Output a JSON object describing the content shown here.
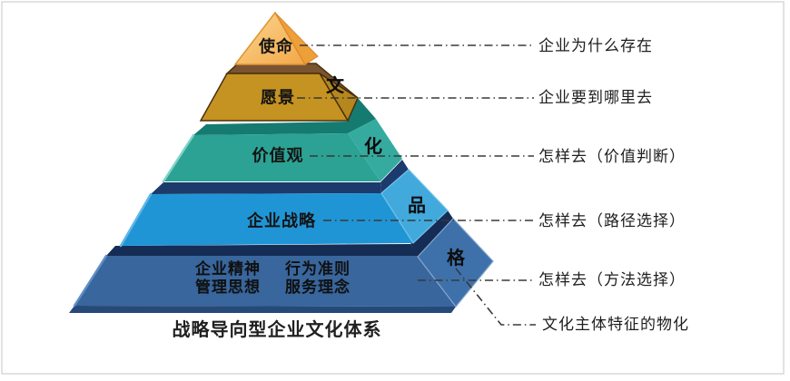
{
  "frame": {
    "background": "#ffffff",
    "border_color": "#d9d9d9"
  },
  "pyramid": {
    "caption": "战略导向型企业文化体系",
    "side_chars": [
      "文",
      "化",
      "品",
      "格"
    ],
    "side_annotation": "文化主体特征的物化",
    "levels": [
      {
        "id": "mission",
        "label": "使命",
        "annotation": "企业为什么存在"
      },
      {
        "id": "vision",
        "label": "愿景",
        "annotation": "企业要到哪里去"
      },
      {
        "id": "values",
        "label": "价值观",
        "annotation": "怎样去（价值判断）"
      },
      {
        "id": "strategy",
        "label": "企业战略",
        "annotation": "怎样去（路径选择）"
      },
      {
        "id": "foundation",
        "texts": [
          "企业精神",
          "行为准则",
          "管理思想",
          "服务理念"
        ],
        "annotation": "怎样去（方法选择）"
      }
    ]
  },
  "colors": {
    "l1_light": "#FBD793",
    "l1_dark": "#F3A847",
    "l1_side": "#ED9F38",
    "l1_stroke": "#DE9130",
    "l2_top": "#7A5430",
    "l2_front": "#C59321",
    "l2_side": "#B5871C",
    "l2_stroke": "#4A300E",
    "l3_band": "#157B71",
    "l3_front": "#2BA294",
    "l3_side": "#35ABA0",
    "l3_highlight": "#7FD2C7",
    "l4_band": "#1C3A6B",
    "l4_front": "#2095D5",
    "l4_side": "#42A9DD",
    "l4_highlight": "#5FB7E6",
    "l5_band": "#152C55",
    "l5_front": "#38669D",
    "l5_side": "#3E71AA",
    "l5_bottom": "#27497A",
    "l5_highlight": "#6090C5",
    "line": "#383838"
  }
}
